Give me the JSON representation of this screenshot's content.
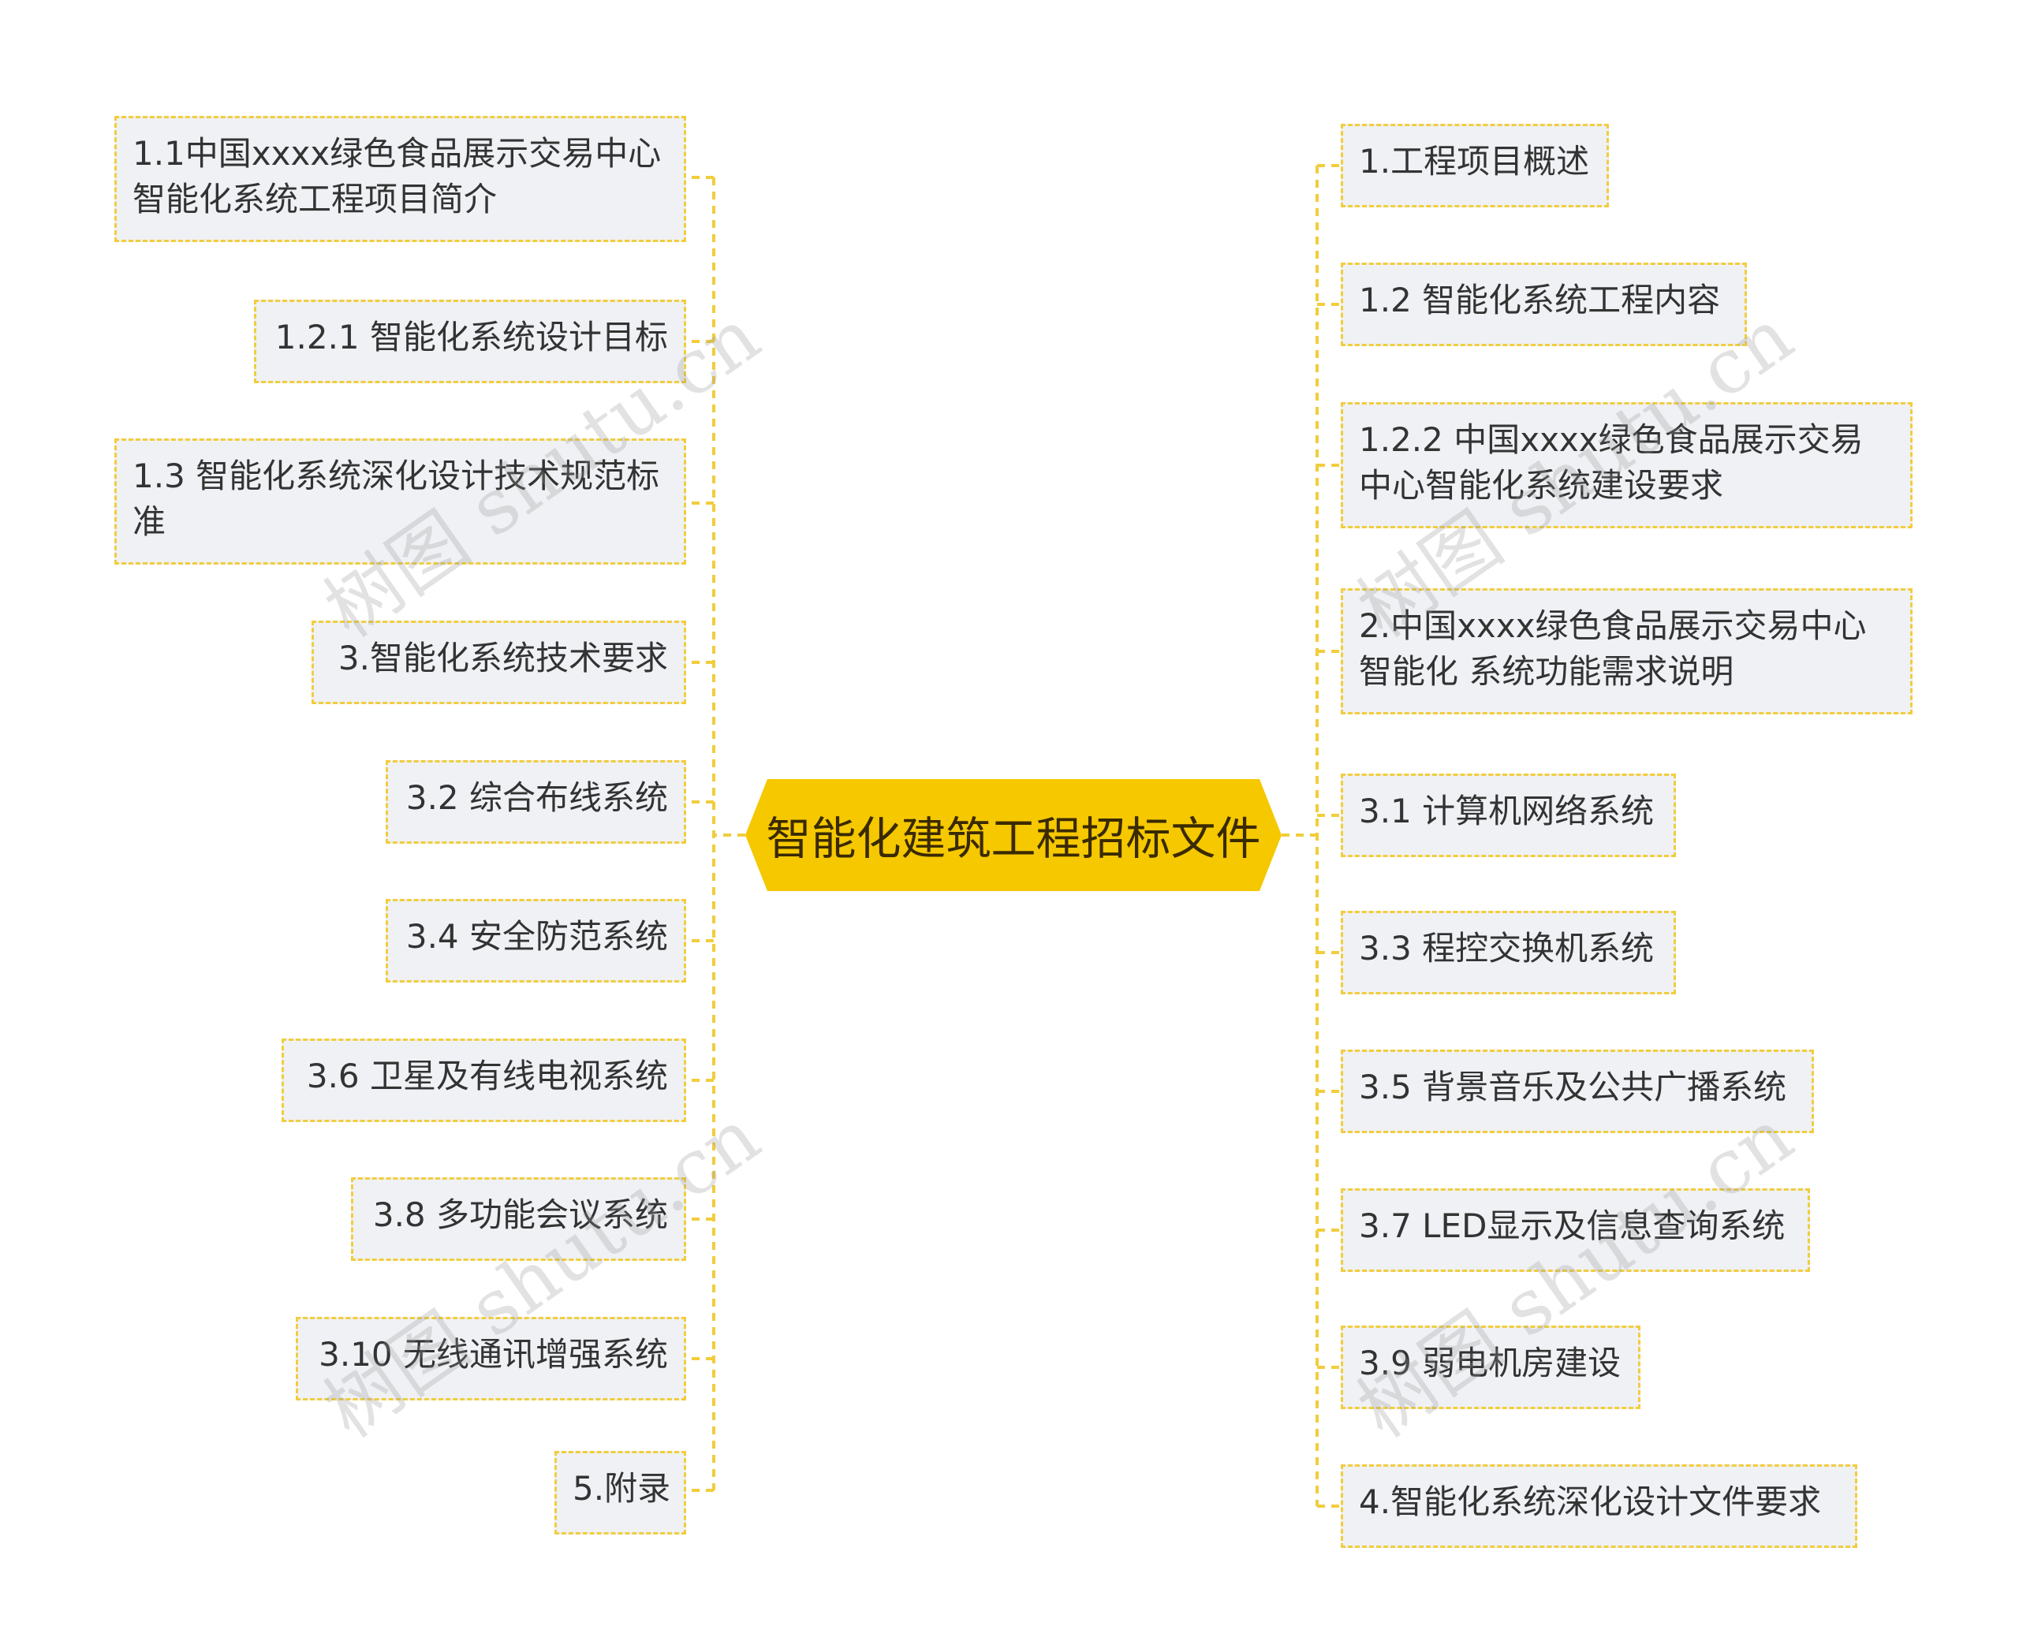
{
  "root": {
    "label": "智能化建筑工程招标文件"
  },
  "left_branches": [
    {
      "label": "1.1中国xxxx绿色食品展示交易中心智能化系统工程项目简介"
    },
    {
      "label": "1.2.1 智能化系统设计目标"
    },
    {
      "label": "1.3 智能化系统深化设计技术规范标准"
    },
    {
      "label": "3.智能化系统技术要求"
    },
    {
      "label": "3.2 综合布线系统"
    },
    {
      "label": "3.4 安全防范系统"
    },
    {
      "label": "3.6 卫星及有线电视系统"
    },
    {
      "label": "3.8 多功能会议系统"
    },
    {
      "label": "3.10 无线通讯增强系统"
    },
    {
      "label": "5.附录"
    }
  ],
  "right_branches": [
    {
      "label": "1.工程项目概述"
    },
    {
      "label": "1.2 智能化系统工程内容"
    },
    {
      "label": "1.2.2 中国xxxx绿色食品展示交易中心智能化系统建设要求"
    },
    {
      "label": "2.中国xxxx绿色食品展示交易中心智能化 系统功能需求说明"
    },
    {
      "label": "3.1 计算机网络系统"
    },
    {
      "label": "3.3 程控交换机系统"
    },
    {
      "label": "3.5 背景音乐及公共广播系统"
    },
    {
      "label": "3.7 LED显示及信息查询系统"
    },
    {
      "label": "3.9 弱电机房建设"
    },
    {
      "label": "4.智能化系统深化设计文件要求"
    }
  ],
  "watermark": {
    "text": "树图 shutu.cn"
  },
  "colors": {
    "root_fill": "#f5c800",
    "connector": "#f2cd3c",
    "node_fill": "#eff1f4",
    "node_border": "#f2cd3c",
    "text": "#333333"
  }
}
